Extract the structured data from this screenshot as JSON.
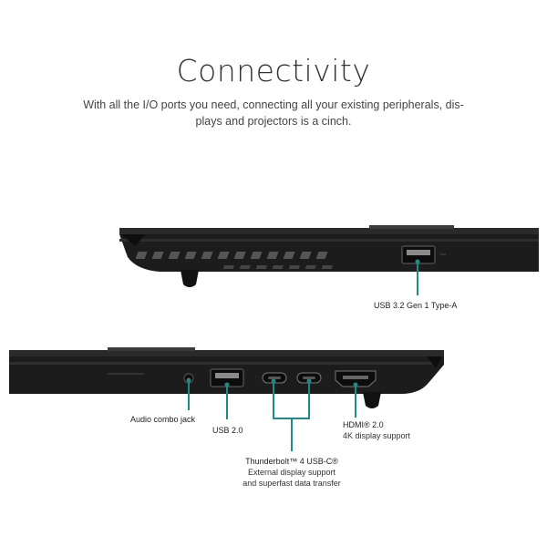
{
  "heading": {
    "title": "Connectivity",
    "subtitle": "With all the I/O ports you need, connecting all your existing peripherals, dis-plays and projectors is a cinch."
  },
  "ports_right_side": {
    "usb_typea_label": "USB 3.2 Gen 1 Type-A"
  },
  "ports_left_side": {
    "audio_label": "Audio combo jack",
    "usb2_label": "USB 2.0",
    "thunderbolt_title": "Thunderbolt™ 4 USB-C®",
    "thunderbolt_line1": "External display support",
    "thunderbolt_line2": "and superfast data transfer",
    "hdmi_title": "HDMI® 2.0",
    "hdmi_desc": "4K display support"
  },
  "colors": {
    "chassis": "#1c1c1c",
    "accent_teal": "#1f8a8a",
    "background": "#ffffff"
  }
}
